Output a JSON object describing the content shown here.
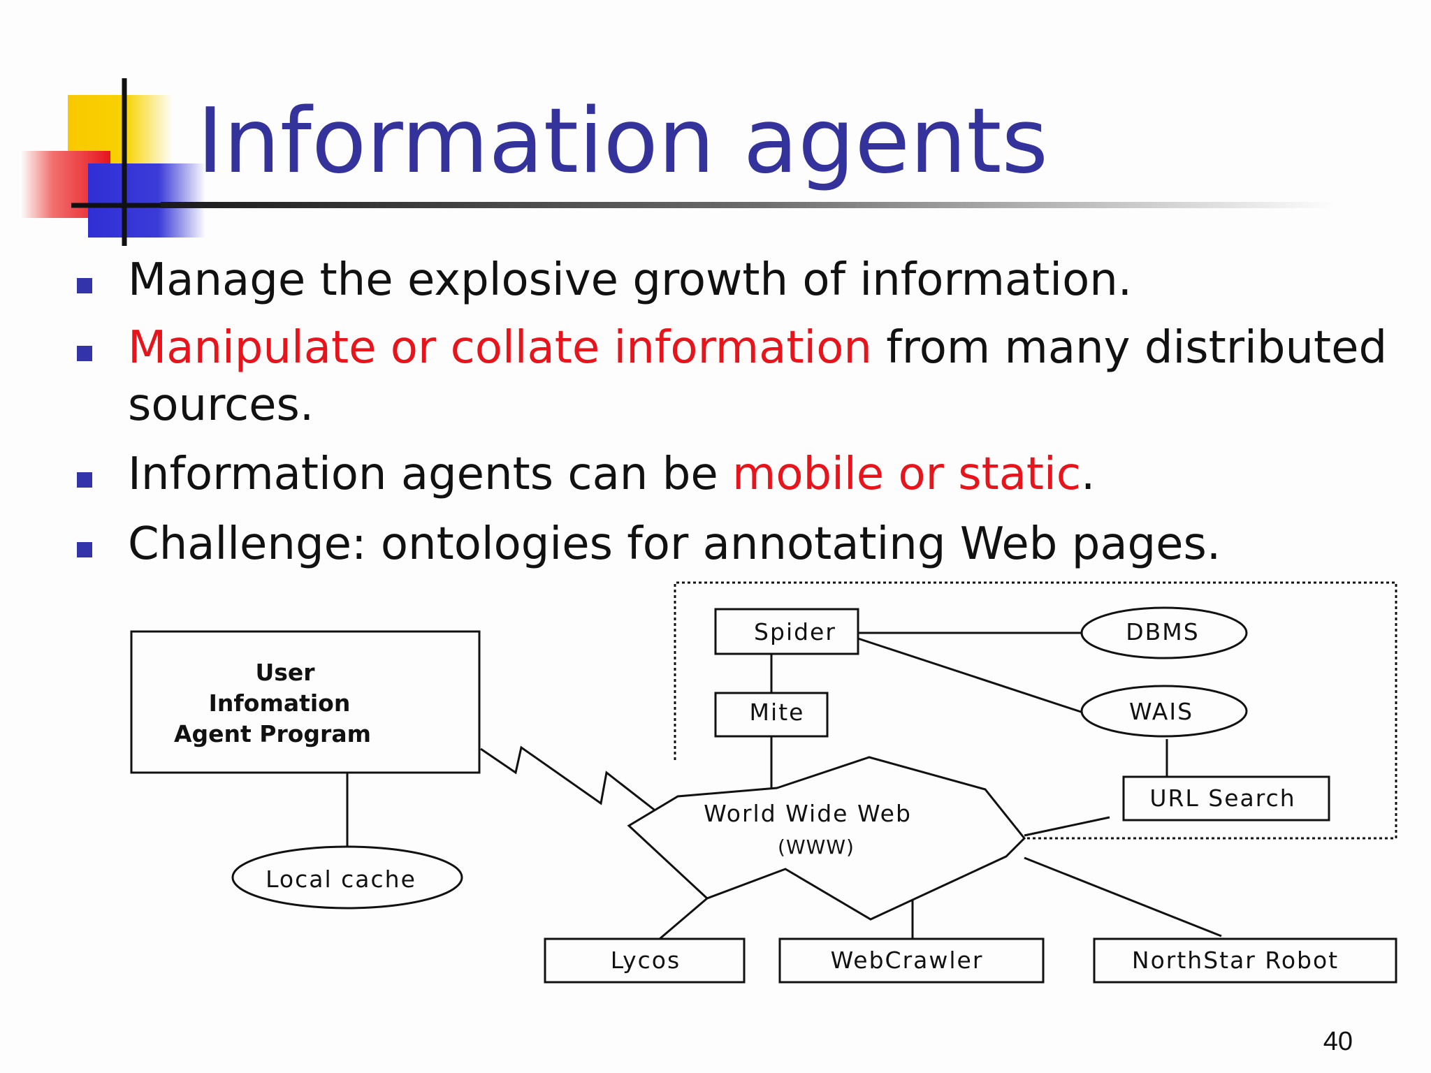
{
  "slide": {
    "title": "Information agents",
    "page_number": "40",
    "bullets": [
      {
        "parts": [
          {
            "text": "Manage the explosive growth of information.",
            "highlight": false
          }
        ]
      },
      {
        "parts": [
          {
            "text": "Manipulate or collate information",
            "highlight": true
          },
          {
            "text": " from many distributed",
            "highlight": false
          }
        ],
        "continuation": "sources."
      },
      {
        "parts": [
          {
            "text": "Information agents can be ",
            "highlight": false
          },
          {
            "text": "mobile or static",
            "highlight": true
          },
          {
            "text": ".",
            "highlight": false
          }
        ]
      },
      {
        "parts": [
          {
            "text": "Challenge: ontologies for annotating Web pages.",
            "highlight": false
          }
        ]
      }
    ],
    "colors": {
      "title": "#33339b",
      "highlight": "#e8141c",
      "bullet": "#3333aa",
      "text": "#111111"
    }
  },
  "diagram": {
    "user_agent": {
      "line1": "User",
      "line2": "Infomation",
      "line3": "Agent Program"
    },
    "local_cache": "Local cache",
    "spider": "Spider",
    "mite": "Mite",
    "dbms": "DBMS",
    "wais": "WAIS",
    "url_search": "URL Search",
    "www": {
      "line1": "World Wide Web",
      "line2": "(WWW)"
    },
    "lycos": "Lycos",
    "webcrawler": "WebCrawler",
    "northstar": "NorthStar Robot"
  }
}
